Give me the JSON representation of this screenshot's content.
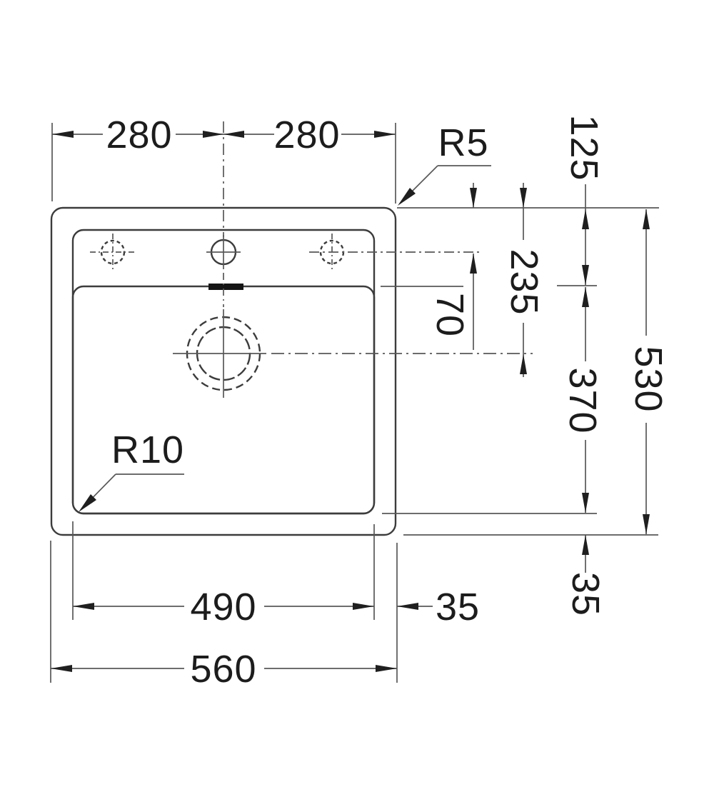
{
  "drawing": {
    "kind": "sink-installation-top-view",
    "colors": {
      "background": "#ffffff",
      "outline": "#3c3c3c",
      "thin_lines": "#585858",
      "text": "#1c1c1c",
      "overflow_mark": "#151515"
    },
    "labels": {
      "dim_280_left": "280",
      "dim_280_right": "280",
      "radius_top_corner": "R5",
      "dim_125": "125",
      "dim_70": "70",
      "dim_235": "235",
      "dim_370": "370",
      "dim_530": "530",
      "dim_35_vertical": "35",
      "dim_490": "490",
      "dim_35_horizontal": "35",
      "dim_560": "560",
      "radius_bowl_corner": "R10"
    }
  }
}
